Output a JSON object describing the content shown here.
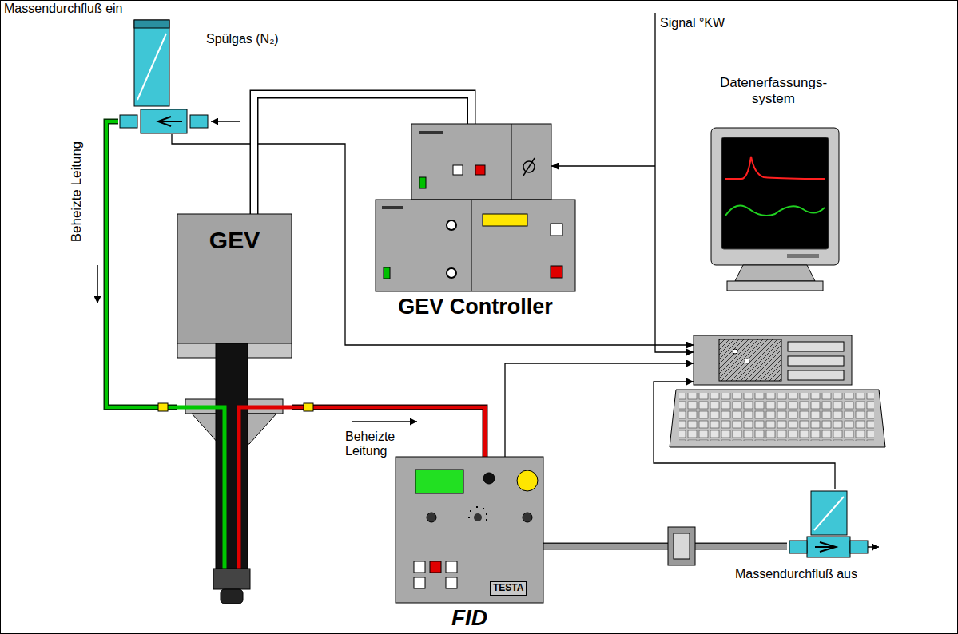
{
  "diagram": {
    "nodes": [
      {
        "text": [
          "Massendurchfluß ein"
        ]
      },
      {
        "text": [
          "GEV"
        ]
      },
      {
        "text": [
          "GEV Controller"
        ]
      },
      {
        "text": [
          "Datenerfassungs- system"
        ]
      },
      {
        "text": [
          "FID",
          "TESTA"
        ]
      },
      {
        "text": [
          "Massendurchfluß aus"
        ]
      }
    ],
    "edges": [
      {
        "from": 0,
        "to": 1,
        "label": "Beheizte Leitung",
        "arrow": "none"
      },
      {
        "from": 1,
        "to": 4,
        "label": "Beheizte Leitung",
        "arrow": "none"
      },
      {
        "from": 4,
        "to": 5,
        "arrow": "none"
      },
      {
        "from": 0,
        "to": 3,
        "arrow": "to"
      },
      {
        "from": 4,
        "to": 3,
        "arrow": "to"
      },
      {
        "from": 5,
        "to": 3,
        "arrow": "to"
      },
      {
        "from": 1,
        "to": 2,
        "arrow": "none"
      }
    ],
    "labels": [
      "Spülgas (N₂)",
      "Signal °KW"
    ]
  }
}
